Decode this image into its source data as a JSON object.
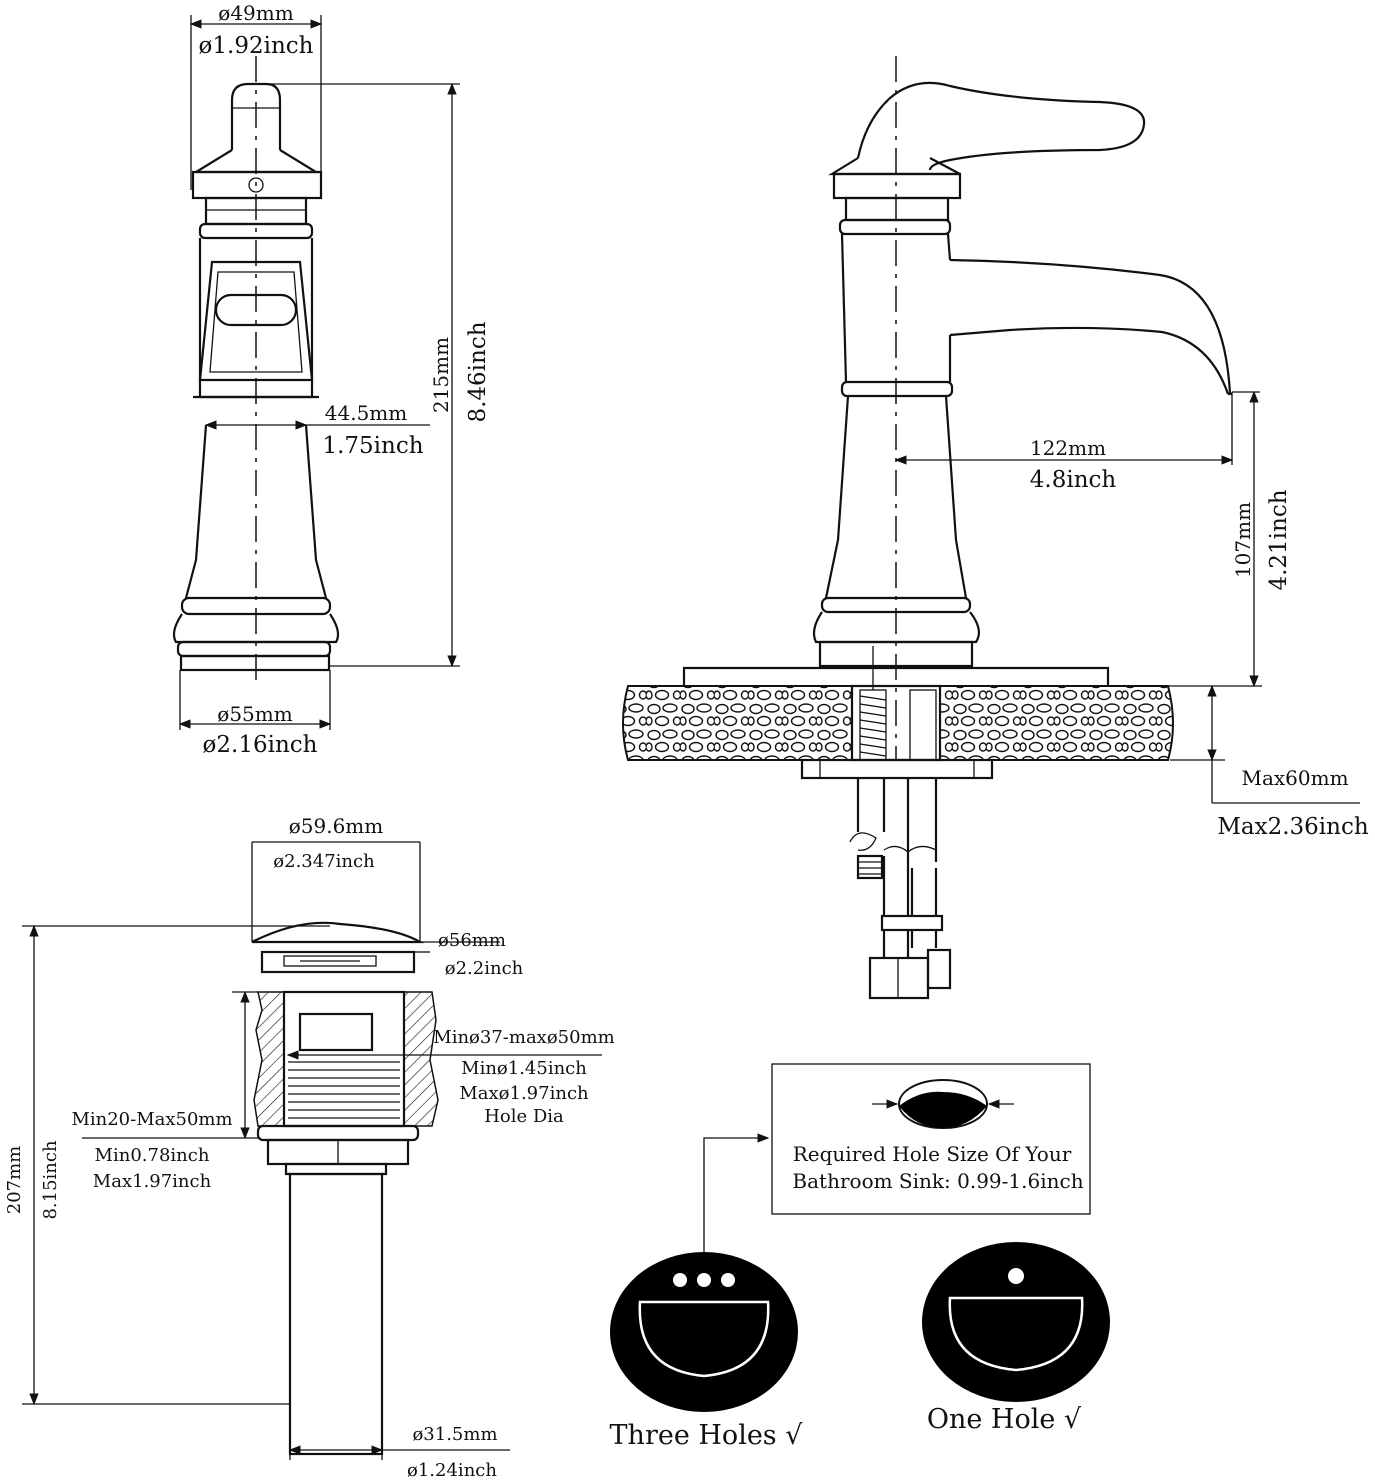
{
  "front_view": {
    "top_diameter_mm": "ø49mm",
    "top_diameter_inch": "ø1.92inch",
    "height_mm": "215mm",
    "height_inch": "8.46inch",
    "body_width_mm": "44.5mm",
    "body_width_inch": "1.75inch",
    "base_diameter_mm": "ø55mm",
    "base_diameter_inch": "ø2.16inch"
  },
  "side_view": {
    "spout_reach_mm": "122mm",
    "spout_reach_inch": "4.8inch",
    "spout_height_mm": "107mm",
    "spout_height_inch": "4.21inch",
    "deck_thickness_mm": "Max60mm",
    "deck_thickness_inch": "Max2.36inch"
  },
  "drain": {
    "cap_diameter_mm": "ø59.6mm",
    "cap_diameter_inch": "ø2.347inch",
    "flange_diameter_mm": "ø56mm",
    "flange_diameter_inch": "ø2.2inch",
    "hole_range_mm": "Minø37-maxø50mm",
    "hole_min_inch": "Minø1.45inch",
    "hole_max_inch": "Maxø1.97inch",
    "hole_dia_label": "Hole Dia",
    "thickness_mm": "Min20-Max50mm",
    "thickness_min_inch": "Min0.78inch",
    "thickness_max_inch": "Max1.97inch",
    "total_length_mm": "207mm",
    "total_length_inch": "8.15inch",
    "tail_diameter_mm": "ø31.5mm",
    "tail_diameter_inch": "ø1.24inch"
  },
  "hole_info": {
    "line1": "Required Hole Size Of Your",
    "line2": "Bathroom Sink: 0.99-1.6inch"
  },
  "sinks": {
    "three_holes_label": "Three Holes √",
    "one_hole_label": "One Hole  √"
  }
}
